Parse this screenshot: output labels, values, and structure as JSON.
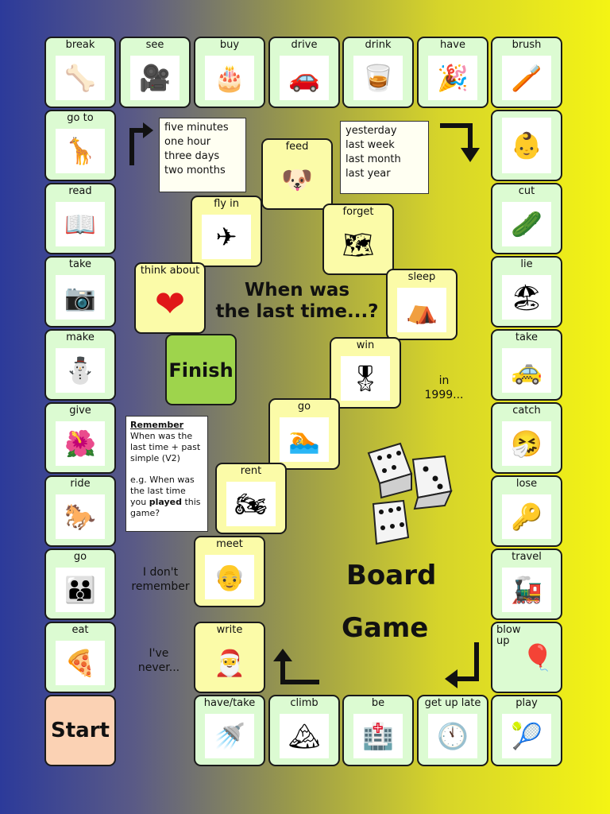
{
  "board": {
    "title_line1": "When was",
    "title_line2": "the last time...?",
    "board_line1": "Board",
    "board_line2": "Game",
    "start": "Start",
    "finish": "Finish",
    "in_year": "in\n1999...",
    "dont_remember": "I don't\nremember",
    "ive_never": "I've\nnever..."
  },
  "time_boxes": {
    "left": [
      "five minutes",
      "one hour",
      "three days",
      "two months"
    ],
    "right": [
      "yesterday",
      "last week",
      "last month",
      "last year"
    ]
  },
  "remember_box": {
    "heading": "Remember",
    "rule": "When was the last time + past simple (V2)",
    "example_prefix": "e.g. When was the last time you ",
    "example_bold": "played",
    "example_suffix": " this game?"
  },
  "squares": {
    "break": {
      "label": "break",
      "icon": "bone-icon",
      "glyph": "🦴"
    },
    "see": {
      "label": "see",
      "icon": "film-camera-icon",
      "glyph": "🎥"
    },
    "buy": {
      "label": "buy",
      "icon": "birthday-cake-icon",
      "glyph": "🎂"
    },
    "drive": {
      "label": "drive",
      "icon": "red-car-icon",
      "glyph": "🚗"
    },
    "drink": {
      "label": "drink",
      "icon": "glass-icon",
      "glyph": "🥃"
    },
    "have": {
      "label": "have",
      "icon": "party-icon",
      "glyph": "🎉"
    },
    "brush": {
      "label": "brush",
      "icon": "toothbrush-icon",
      "glyph": "🪥"
    },
    "go_to": {
      "label": "go to",
      "icon": "zoo-animals-icon",
      "glyph": "🦒"
    },
    "baby": {
      "label": "",
      "icon": "crying-baby-icon",
      "glyph": "👶"
    },
    "read": {
      "label": "read",
      "icon": "book-icon",
      "glyph": "📖"
    },
    "cut": {
      "label": "cut",
      "icon": "cucumber-icon",
      "glyph": "🥒"
    },
    "take_left": {
      "label": "take",
      "icon": "camera-icon",
      "glyph": "📷"
    },
    "lie": {
      "label": "lie",
      "icon": "sunbathing-icon",
      "glyph": "🏖"
    },
    "make": {
      "label": "make",
      "icon": "snowman-icon",
      "glyph": "⛄"
    },
    "take_right": {
      "label": "take",
      "icon": "taxi-icon",
      "glyph": "🚕"
    },
    "give": {
      "label": "give",
      "icon": "flowers-icon",
      "glyph": "🌺"
    },
    "catch": {
      "label": "catch",
      "icon": "sick-person-icon",
      "glyph": "🤧"
    },
    "ride": {
      "label": "ride",
      "icon": "horse-icon",
      "glyph": "🐎"
    },
    "lose": {
      "label": "lose",
      "icon": "keys-icon",
      "glyph": "🔑"
    },
    "go_left": {
      "label": "go",
      "icon": "beach-family-icon",
      "glyph": "👪"
    },
    "travel": {
      "label": "travel",
      "icon": "train-icon",
      "glyph": "🚂"
    },
    "eat": {
      "label": "eat",
      "icon": "pizza-icon",
      "glyph": "🍕"
    },
    "blow_up": {
      "label": "blow\nup",
      "icon": "balloon-icon",
      "glyph": "🎈"
    },
    "have_take": {
      "label": "have/take",
      "icon": "shower-icon",
      "glyph": "🚿"
    },
    "climb": {
      "label": "climb",
      "icon": "mountain-icon",
      "glyph": "🏔"
    },
    "be": {
      "label": "be",
      "icon": "hospital-icon",
      "glyph": "🏥"
    },
    "get_up_late": {
      "label": "get up late",
      "icon": "clock-icon",
      "glyph": "🕚"
    },
    "play": {
      "label": "play",
      "icon": "tennis-racket-icon",
      "glyph": "🎾"
    },
    "feed": {
      "label": "feed",
      "icon": "dog-icon",
      "glyph": "🐶"
    },
    "fly_in": {
      "label": "fly in",
      "icon": "airplane-icon",
      "glyph": "✈"
    },
    "forget": {
      "label": "forget",
      "icon": "map-icon",
      "glyph": "🗺"
    },
    "think_about": {
      "label": "think about",
      "icon": "heart-icon",
      "glyph": "❤"
    },
    "sleep": {
      "label": "sleep",
      "icon": "tent-icon",
      "glyph": "⛺"
    },
    "win": {
      "label": "win",
      "icon": "first-place-ribbon-icon",
      "glyph": "🎖"
    },
    "go_inner": {
      "label": "go",
      "icon": "swimming-icon",
      "glyph": "🏊"
    },
    "rent": {
      "label": "rent",
      "icon": "motorbike-icon",
      "glyph": "🏍"
    },
    "meet": {
      "label": "meet",
      "icon": "old-couple-icon",
      "glyph": "👴"
    },
    "write": {
      "label": "write",
      "icon": "santa-icon",
      "glyph": "🎅"
    }
  },
  "colors": {
    "green_square": "#dcfbd2",
    "yellow_square": "#fbfba8",
    "start_square": "#fbd2b4",
    "finish_square": "#9ed44c"
  }
}
